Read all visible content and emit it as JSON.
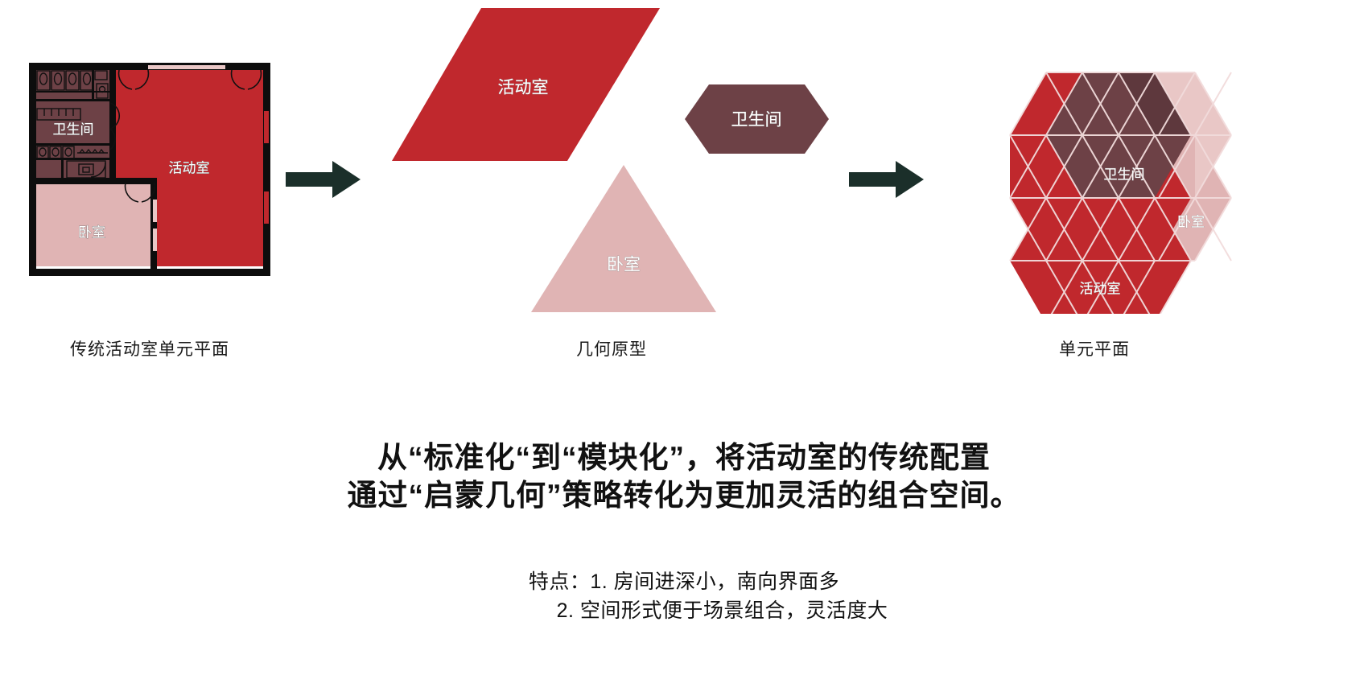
{
  "page": {
    "background_color": "#ffffff"
  },
  "palette": {
    "activity_red": "#c0282d",
    "activity_red_dark": "#b3242a",
    "bathroom_maroon": "#6d4146",
    "bathroom_maroon_dark": "#5e383d",
    "bedroom_pink": "#e0b4b4",
    "bedroom_pink_light": "#e9c7c6",
    "wall_black": "#0d0d0d",
    "arrow_dark": "#1b2f2a",
    "grid_line": "#f2dcdc",
    "text_black": "#111111",
    "label_white": "#ffffff"
  },
  "panels": [
    {
      "id": "traditional-plan",
      "caption": "传统活动室单元平面",
      "rooms": [
        {
          "name": "卫生间",
          "color": "#6d4146"
        },
        {
          "name": "活动室",
          "color": "#c0282d"
        },
        {
          "name": "卧室",
          "color": "#e0b4b4"
        }
      ]
    },
    {
      "id": "geometric-prototype",
      "caption": "几何原型",
      "shapes": [
        {
          "name": "活动室",
          "form": "rhombus",
          "color": "#c0282d"
        },
        {
          "name": "卫生间",
          "form": "hexagon",
          "color": "#6d4146"
        },
        {
          "name": "卧室",
          "form": "triangle",
          "color": "#e0b4b4"
        }
      ]
    },
    {
      "id": "unit-plan",
      "caption": "单元平面",
      "modules": [
        {
          "name": "卫生间",
          "color": "#6d4146"
        },
        {
          "name": "活动室",
          "color": "#c0282d"
        },
        {
          "name": "卧室",
          "color": "#e0b4b4"
        }
      ]
    }
  ],
  "arrows": [
    {
      "id": "arrow-1",
      "direction": "right"
    },
    {
      "id": "arrow-2",
      "direction": "right"
    }
  ],
  "headline": {
    "line1": "从“标准化“到“模块化”，将活动室的传统配置",
    "line2": "通过“启蒙几何”策略转化为更加灵活的组合空间。"
  },
  "features": {
    "label": "特点：",
    "line1": "特点：1. 房间进深小，南向界面多",
    "line2": "2. 空间形式便于场景组合，灵活度大",
    "items": [
      "1. 房间进深小，南向界面多",
      "2. 空间形式便于场景组合，灵活度大"
    ]
  }
}
